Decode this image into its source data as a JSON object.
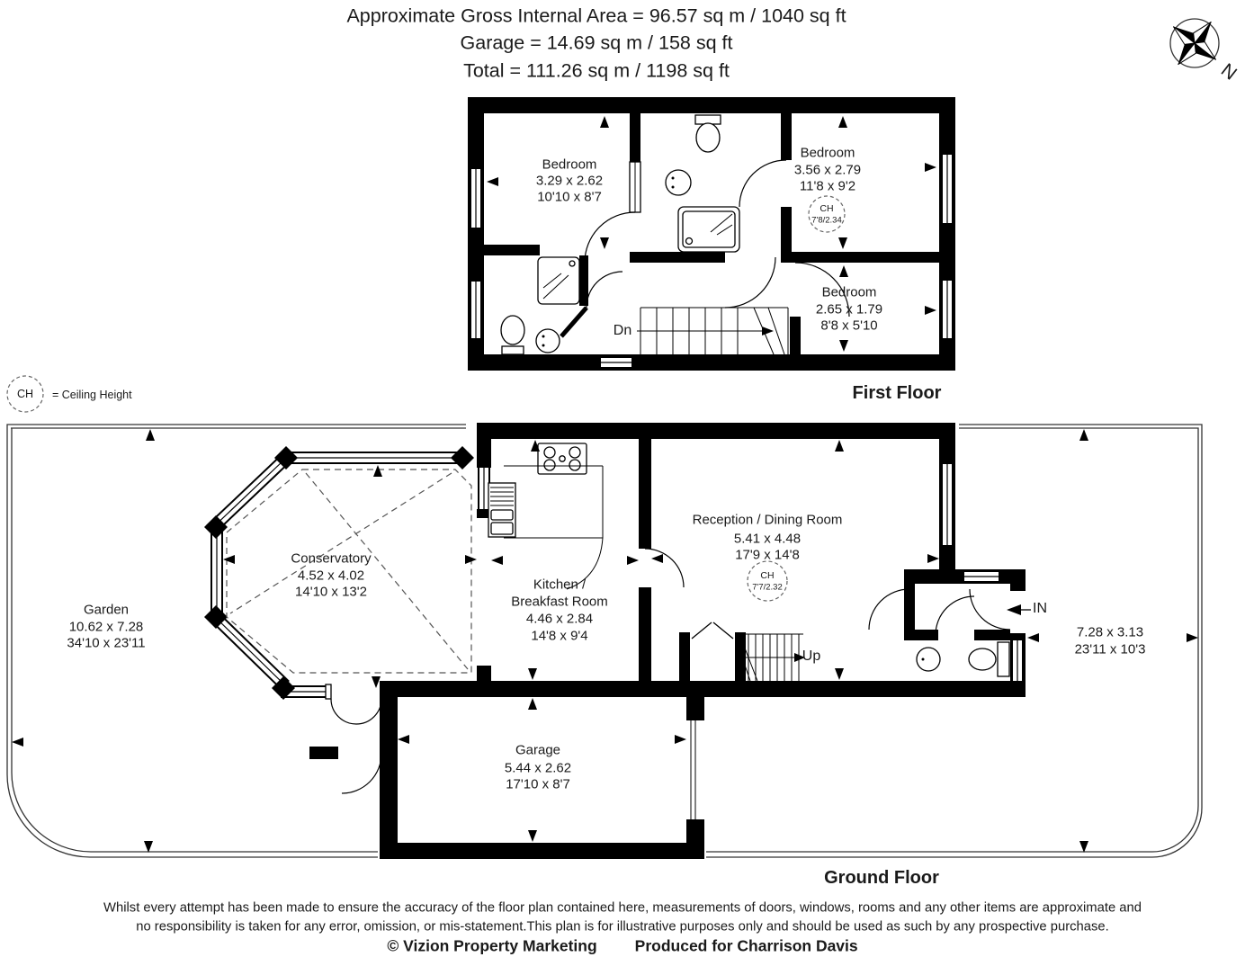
{
  "header": {
    "line1": "Approximate Gross Internal Area = 96.57 sq m / 1040 sq ft",
    "line2": "Garage = 14.69 sq m / 158 sq ft",
    "line3": "Total = 111.26 sq m / 1198 sq ft"
  },
  "compass": {
    "north": "N"
  },
  "ch_legend": {
    "symbol": "CH",
    "meaning": "= Ceiling Height"
  },
  "first_floor": {
    "title": "First Floor",
    "stairs": "Dn",
    "bedroom_1": {
      "name": "Bedroom",
      "metric": "3.29 x 2.62",
      "imperial": "10'10 x 8'7"
    },
    "bedroom_2": {
      "name": "Bedroom",
      "metric": "3.56 x 2.79",
      "imperial": "11'8 x 9'2",
      "ch_symbol": "CH",
      "ch_value": "7'8/2.34"
    },
    "bedroom_3": {
      "name": "Bedroom",
      "metric": "2.65 x 1.79",
      "imperial": "8'8 x 5'10"
    }
  },
  "ground_floor": {
    "title": "Ground Floor",
    "stairs": "Up",
    "entrance": "IN",
    "garden": {
      "name": "Garden",
      "metric": "10.62 x 7.28",
      "imperial": "34'10 x 23'11"
    },
    "conservatory": {
      "name": "Conservatory",
      "metric": "4.52 x 4.02",
      "imperial": "14'10 x 13'2"
    },
    "kitchen": {
      "name_1": "Kitchen /",
      "name_2": "Breakfast Room",
      "metric": "4.46 x 2.84",
      "imperial": "14'8 x 9'4"
    },
    "reception": {
      "name": "Reception / Dining Room",
      "metric": "5.41 x 4.48",
      "imperial": "17'9 x 14'8",
      "ch_symbol": "CH",
      "ch_value": "7'7/2.32"
    },
    "garage": {
      "name": "Garage",
      "metric": "5.44 x 2.62",
      "imperial": "17'10 x 8'7"
    },
    "side_area": {
      "metric": "7.28 x 3.13",
      "imperial": "23'11 x 10'3"
    }
  },
  "footer": {
    "disclaimer_1": "Whilst every attempt has been made to ensure the accuracy of the floor plan contained here, measurements of doors, windows, rooms and any other items are approximate and",
    "disclaimer_2": "no responsibility is taken for any error, omission, or mis-statement.This plan is for illustrative purposes only and should be used as such by any prospective purchase.",
    "copyright": "© Vizion Property Marketing",
    "produced_for": "Produced for Charrison Davis"
  }
}
